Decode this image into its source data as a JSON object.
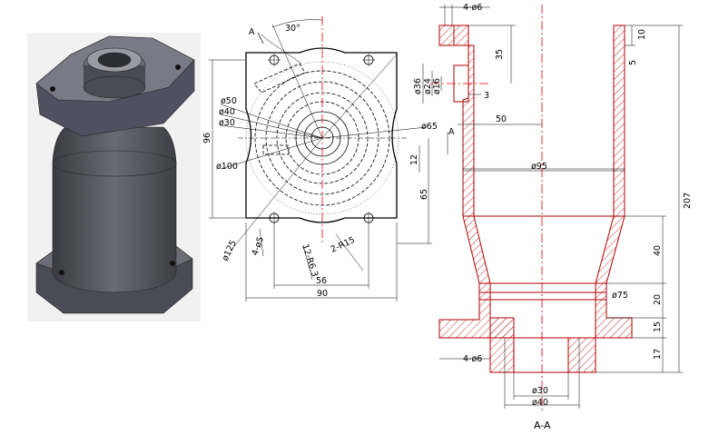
{
  "top_view": {
    "angle_30": "30°",
    "section_mark_a_top": "A",
    "section_mark_a_side": "A",
    "dia_50": "ø50",
    "dia_40": "ø40",
    "dia_30": "ø30",
    "dia_100": "ø100",
    "dia_65": "ø65",
    "dia_125": "ø125",
    "height_96": "96",
    "dim_12": "12",
    "dim_65": "65",
    "holes_4_dia5": "4-ø5",
    "r63": "12-R6.3",
    "r15": "2-R15",
    "width_56": "56",
    "width_90": "90"
  },
  "section_view": {
    "top_holes": "4-ø6",
    "bottom_holes": "4-ø6",
    "dim_35": "35",
    "dim_10": "10",
    "dim_5": "5",
    "dia_36": "ø36",
    "dia_24": "ø24",
    "dia_16": "ø16",
    "dim_3": "3",
    "dim_50": "50",
    "dia_95": "ø95",
    "total_207": "207",
    "dim_40": "40",
    "dim_20": "20",
    "dia_75": "ø75",
    "dim_15": "15",
    "dim_17": "17",
    "dia_30": "ø30",
    "dia_40": "ø40",
    "label": "A-A"
  }
}
